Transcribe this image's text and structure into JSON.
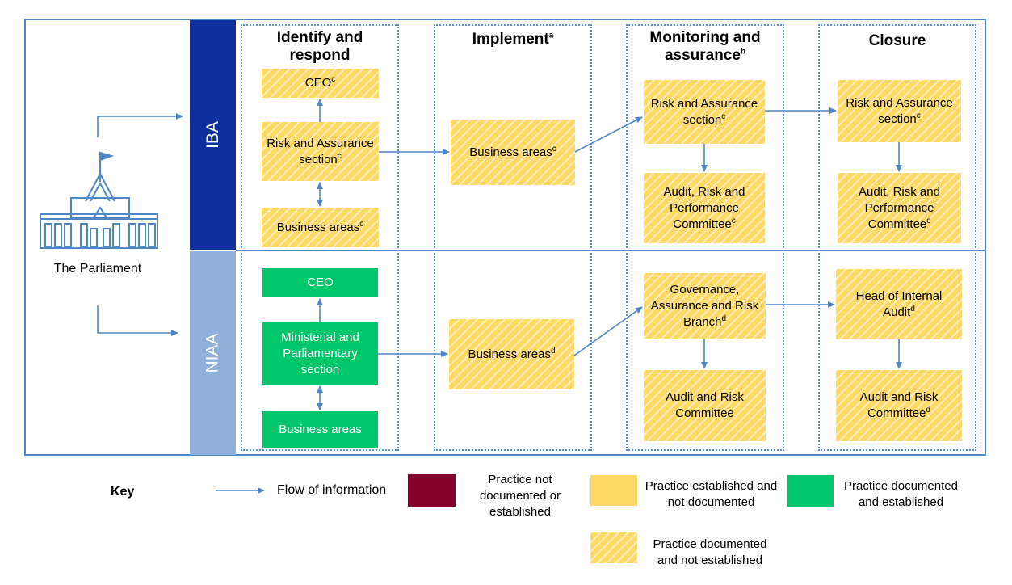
{
  "parliament": {
    "label": "The Parliament"
  },
  "bands": {
    "iba": "IBA",
    "niaa": "NIAA"
  },
  "columns": [
    {
      "title": "Identify and respond",
      "sup": ""
    },
    {
      "title": "Implement",
      "sup": "a"
    },
    {
      "title": "Monitoring and assurance",
      "sup": "b"
    },
    {
      "title": "Closure",
      "sup": ""
    }
  ],
  "iba": {
    "ceo": {
      "text": "CEO",
      "sup": "c"
    },
    "risk1": {
      "text": "Risk and Assurance section",
      "sup": "c"
    },
    "business1": {
      "text": "Business areas",
      "sup": "c"
    },
    "business2": {
      "text": "Business areas",
      "sup": "c"
    },
    "risk3": {
      "text": "Risk and Assurance section",
      "sup": "c"
    },
    "arpc3": {
      "text": "Audit, Risk and Performance Committee",
      "sup": "c"
    },
    "risk4": {
      "text": "Risk and Assurance section",
      "sup": "c"
    },
    "arpc4": {
      "text": "Audit, Risk and Performance Committee",
      "sup": "c"
    }
  },
  "niaa": {
    "ceo": {
      "text": "CEO",
      "sup": ""
    },
    "mps": {
      "text": "Ministerial and Parliamentary section",
      "sup": ""
    },
    "business1": {
      "text": "Business areas",
      "sup": ""
    },
    "business2": {
      "text": "Business areas",
      "sup": "d"
    },
    "gar": {
      "text": "Governance, Assurance and Risk Branch",
      "sup": "d"
    },
    "arc3": {
      "text": "Audit and Risk Committee",
      "sup": ""
    },
    "hia": {
      "text": "Head of Internal Audit",
      "sup": "d"
    },
    "arc4": {
      "text": "Audit and Risk Committee",
      "sup": "d"
    }
  },
  "key": {
    "title": "Key",
    "flow": "Flow of information",
    "not_doc_not_est": "Practice not documented or established",
    "est_not_doc": "Practice established and not documented",
    "doc_and_est": "Practice documented and established",
    "doc_not_est": "Practice documented and not established"
  },
  "colors": {
    "accent": "#4f86c6",
    "iba_band": "#0f2f9e",
    "niaa_band": "#8eb0da",
    "yellow": "#ffd966",
    "green": "#00c76a",
    "maroon": "#85002a"
  }
}
